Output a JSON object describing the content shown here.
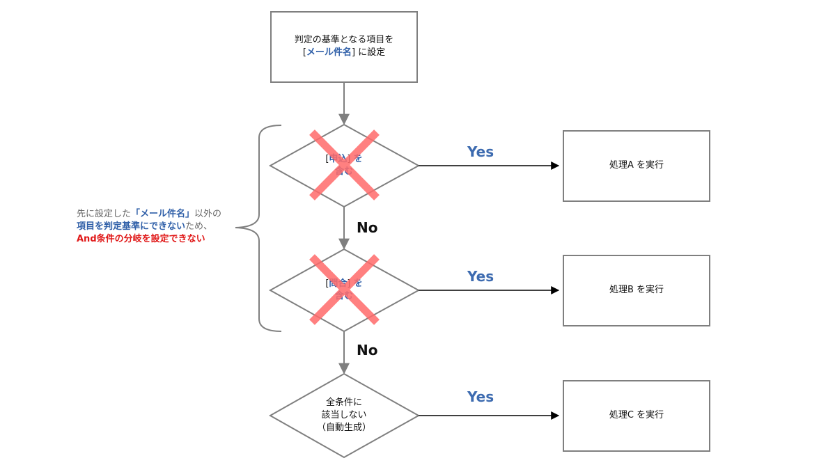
{
  "start_box": {
    "line1": "判定の基準となる項目を",
    "line2_open": "[",
    "line2_field": "メール件名",
    "line2_close": "] に設定"
  },
  "decision1": {
    "open": "[",
    "keyword": "申込",
    "close": "] ",
    "suffix_blue": "を",
    "line2": "含む",
    "status": "crossed out",
    "cross_color": "#ff6b6b"
  },
  "decision2": {
    "open": "[",
    "keyword": "問合",
    "close": "] ",
    "suffix_blue": "を",
    "line2": "含む",
    "status": "crossed out",
    "cross_color": "#ff6b6b"
  },
  "decision3": {
    "line1": "全条件に",
    "line2": "該当しない",
    "line3": "（自動生成）"
  },
  "action_a": "処理A を実行",
  "action_b": "処理B を実行",
  "action_c": "処理C を実行",
  "yes_label": "Yes",
  "no_label": "No",
  "note": {
    "part1": "先に設定した",
    "highlight1": "「メール件名」",
    "part2": "以外の",
    "highlight2": "項目を判定基準にできない",
    "part3": "ため、",
    "warning": "And条件の分岐を設定できない"
  },
  "colors": {
    "shape_stroke": "#7f7f7f",
    "arrow": "#000000",
    "accent_blue": "#2f5fa8",
    "yes_blue": "#3d6bb0",
    "warning_red": "#e01818"
  }
}
